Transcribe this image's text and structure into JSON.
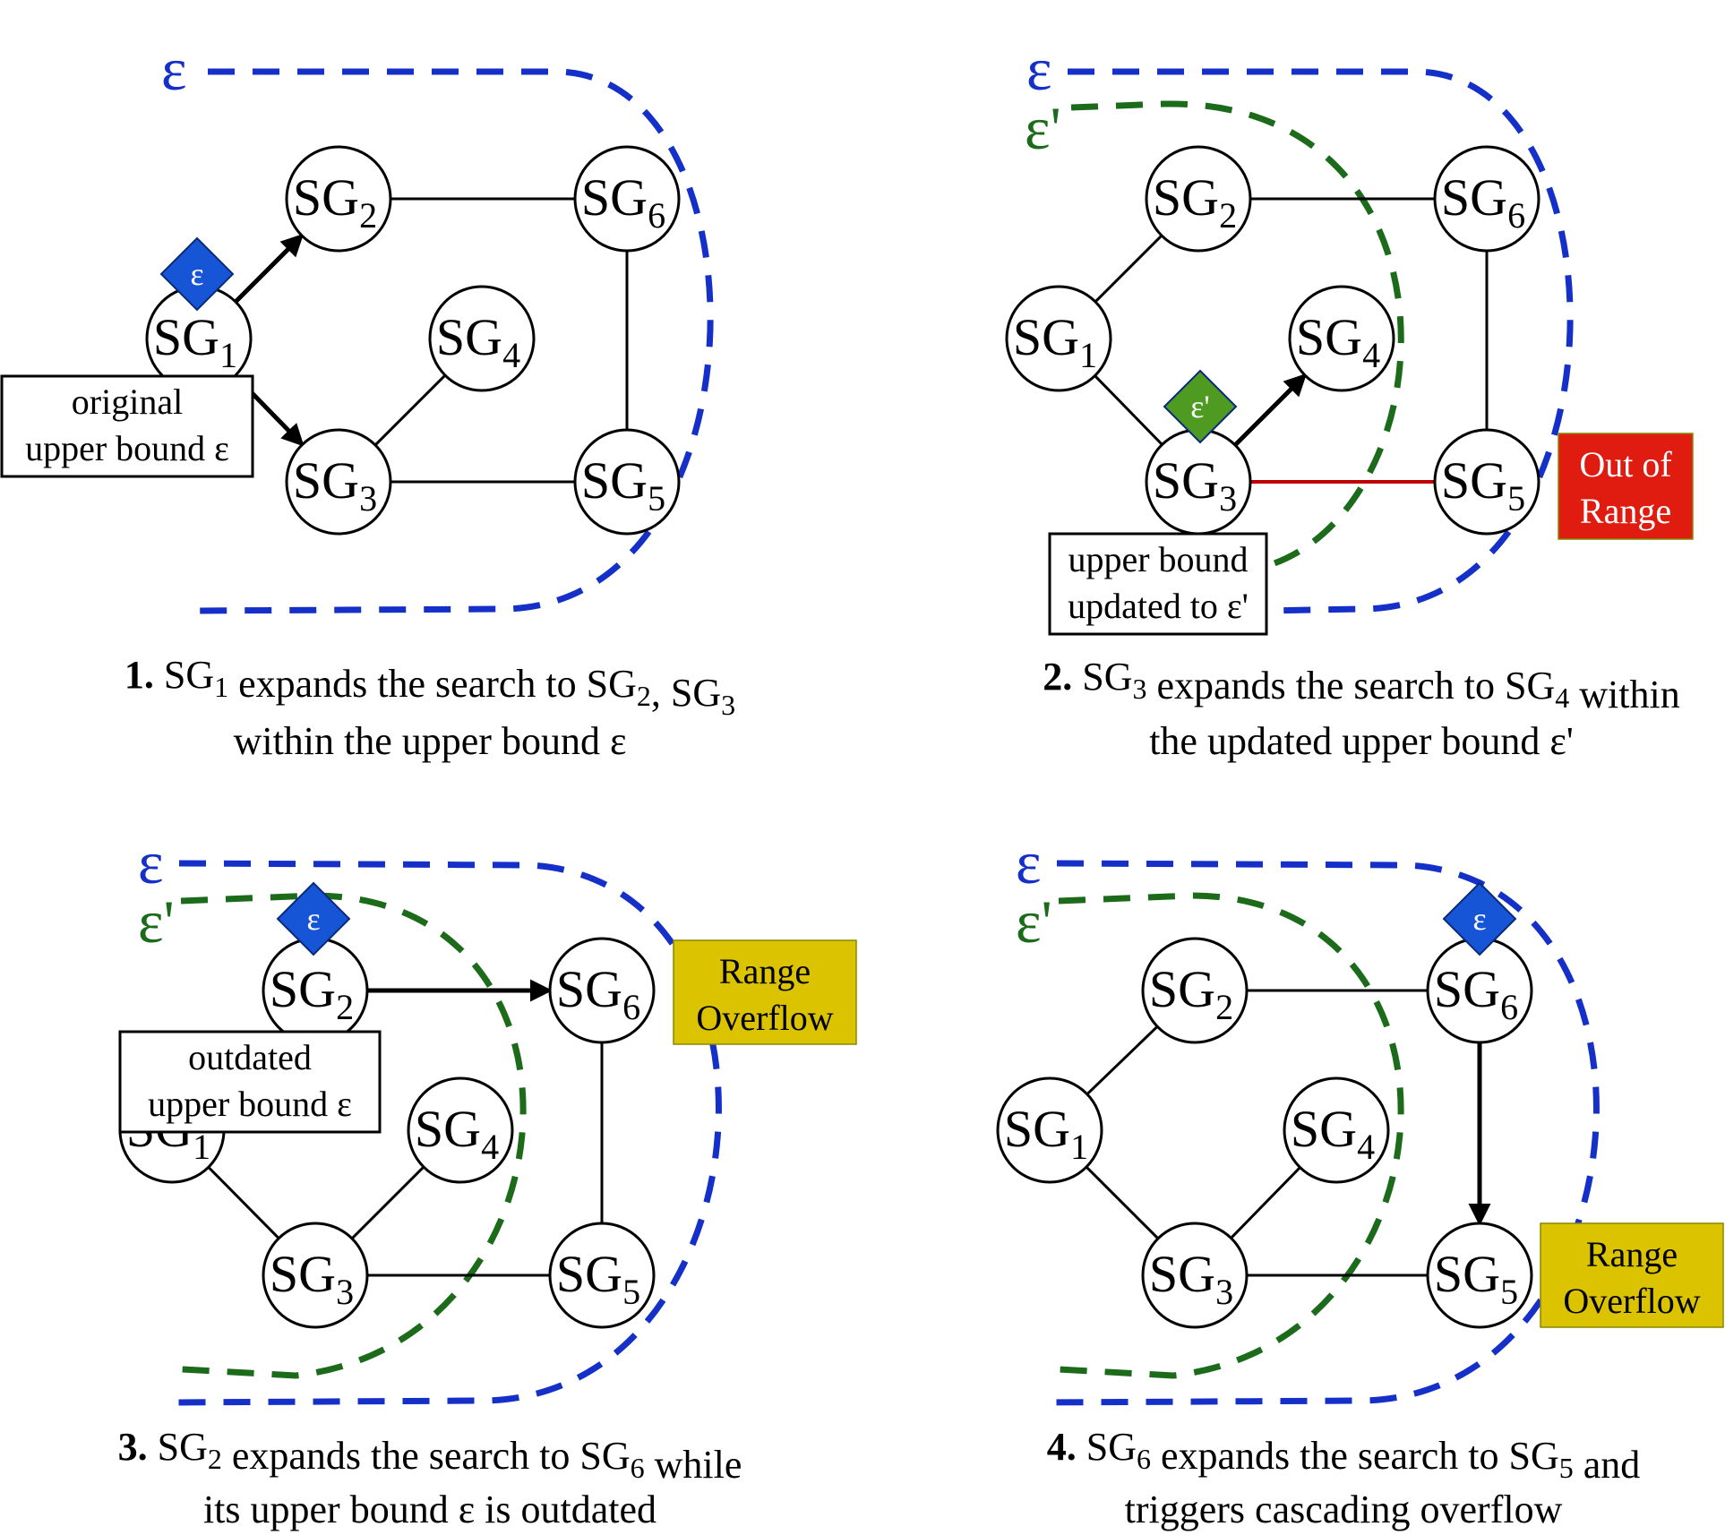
{
  "colors": {
    "epsilon_blue": "#1530c8",
    "epsilon_prime_green": "#1b6b1b",
    "badge_blue": "#1555d6",
    "badge_green": "#4f9a20",
    "out_of_range_red": "#e01b10",
    "overflow_yellow": "#dcc300",
    "red_edge": "#c00000"
  },
  "node_prefix": "SG",
  "epsilon_symbol": "ε",
  "epsilon_prime_symbol": "ε'",
  "panels": [
    {
      "number": "1.",
      "caption_line1": [
        {
          "t": "SG",
          "s": "1"
        },
        {
          "t": " expands the search to "
        },
        {
          "t": "SG",
          "s": "2"
        },
        {
          "t": ", "
        },
        {
          "t": "SG",
          "s": "3"
        }
      ],
      "caption_line2": "within the upper bound ε",
      "note_lines": [
        "original",
        "upper bound ε"
      ],
      "badge": "ε"
    },
    {
      "number": "2.",
      "caption_line1": [
        {
          "t": "SG",
          "s": "3"
        },
        {
          "t": " expands the search to "
        },
        {
          "t": "SG",
          "s": "4"
        },
        {
          "t": " within"
        }
      ],
      "caption_line2": "the updated upper bound ε'",
      "note_lines": [
        "upper bound",
        "updated to ε'"
      ],
      "badge": "ε'",
      "flag_lines": [
        "Out of",
        "Range"
      ]
    },
    {
      "number": "3.",
      "caption_line1": [
        {
          "t": "SG",
          "s": "2"
        },
        {
          "t": " expands the search to "
        },
        {
          "t": "SG",
          "s": "6"
        },
        {
          "t": " while"
        }
      ],
      "caption_line2": "its upper bound ε is outdated",
      "note_lines": [
        "outdated",
        "upper bound ε"
      ],
      "badge": "ε",
      "flag_lines": [
        "Range",
        "Overflow"
      ]
    },
    {
      "number": "4.",
      "caption_line1": [
        {
          "t": "SG",
          "s": "6"
        },
        {
          "t": " expands the search to "
        },
        {
          "t": "SG",
          "s": "5"
        },
        {
          "t": " and"
        }
      ],
      "caption_line2": "triggers cascading overflow",
      "badge": "ε",
      "flag_lines": [
        "Range",
        "Overflow"
      ]
    }
  ]
}
